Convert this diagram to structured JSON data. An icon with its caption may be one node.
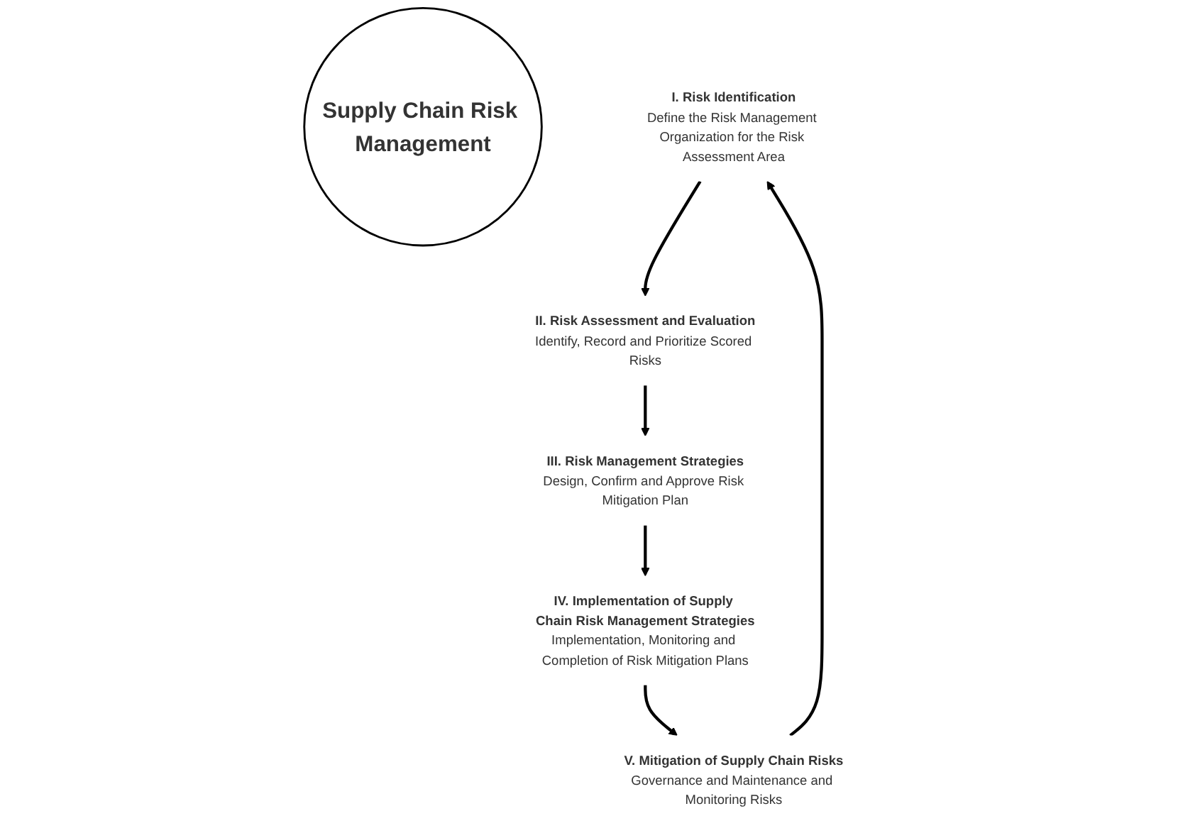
{
  "diagram": {
    "nodes": [
      {
        "text": [
          "Supply Chain Risk Management"
        ]
      },
      {
        "text": [
          "I. Risk Identification",
          "Define the Risk Management Organization for the Risk Assessment Area"
        ]
      },
      {
        "text": [
          "II. Risk Assessment and Evaluation",
          "Identify, Record and Prioritize Scored Risks"
        ]
      },
      {
        "text": [
          "III. Risk Management Strategies",
          "Design, Confirm and Approve Risk Mitigation Plan"
        ]
      },
      {
        "text": [
          "IV. Implementation of Supply Chain Risk Management Strategies",
          "Implementation, Monitoring and Completion of Risk Mitigation Plans"
        ]
      },
      {
        "text": [
          "V. Mitigation of Supply Chain Risks",
          "Governance and Maintenance and Monitoring Risks"
        ]
      }
    ],
    "edges": [
      {
        "from": 5,
        "to": 1,
        "arrow": "to"
      },
      {
        "from": 1,
        "to": 2,
        "arrow": "to"
      },
      {
        "from": 2,
        "to": 3,
        "arrow": "to"
      },
      {
        "from": 3,
        "to": 4,
        "arrow": "to"
      },
      {
        "from": 4,
        "to": 5,
        "arrow": "to"
      }
    ]
  }
}
